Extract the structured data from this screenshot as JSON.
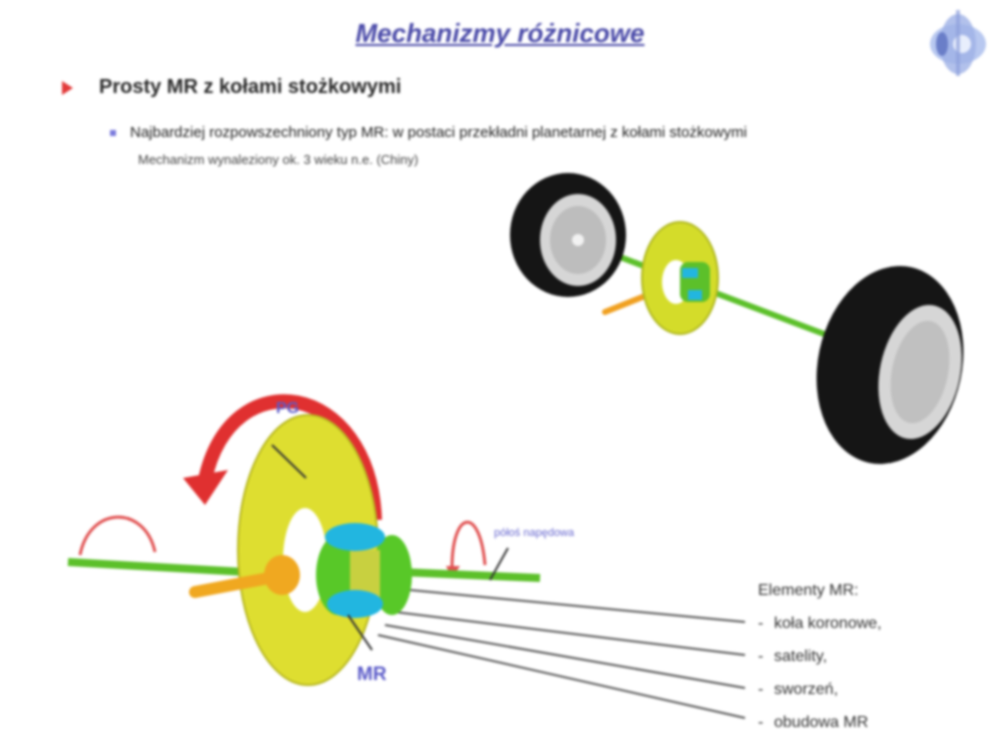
{
  "slide": {
    "title": "Mechanizmy różnicowe",
    "logo_icon": "university-logo-icon",
    "bullet_level1": {
      "icon": "red-arrow-bullet-icon",
      "text": "Prosty MR z kołami stożkowymi"
    },
    "bullet_level2": {
      "icon": "square-bullet-icon",
      "text": "Najbardziej rozpowszechniony typ MR: w postaci przekładni planetarnej z kołami stożkowymi"
    },
    "subnote": "Mechanizm wynaleziony ok. 3 wieku n.e. (Chiny)"
  },
  "diagram_top": {
    "description": "rear axle with two wheels and bevel-gear differential",
    "colors": {
      "tire": "#111111",
      "rim": "#d8d8d8",
      "axle": "#5cc02a",
      "ring_gear": "#d4dc2a",
      "satellite": "#22b6e0",
      "pinion": "#f0a020"
    }
  },
  "diagram_bottom": {
    "label_pg": "PG",
    "label_mr": "MR",
    "label_shaft": "półoś napędowa",
    "colors": {
      "rotation_arrow": "#e03030",
      "axle": "#5cc02a",
      "ring_gear": "#dede30",
      "satellite": "#22b6e0",
      "side_gear": "#58c828",
      "pinion": "#f0a820"
    }
  },
  "elements": {
    "heading": "Elementy MR:",
    "items": [
      "koła koronowe,",
      "satelity,",
      "sworzeń,",
      "obudowa MR"
    ],
    "dash": "-"
  }
}
